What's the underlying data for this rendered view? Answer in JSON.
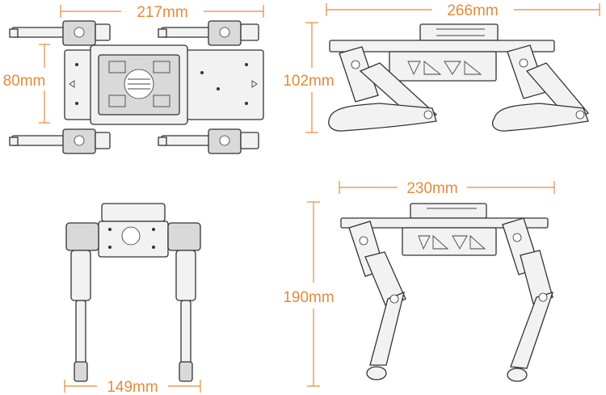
{
  "dimensions": {
    "top_width": "217mm",
    "top_height": "80mm",
    "side_length": "266mm",
    "side_height": "102mm",
    "front_width": "149mm",
    "standing_length": "230mm",
    "standing_height": "190mm"
  },
  "colors": {
    "dimension": "#e8893a",
    "outline": "#333333",
    "fill": "#f2f2f2"
  }
}
